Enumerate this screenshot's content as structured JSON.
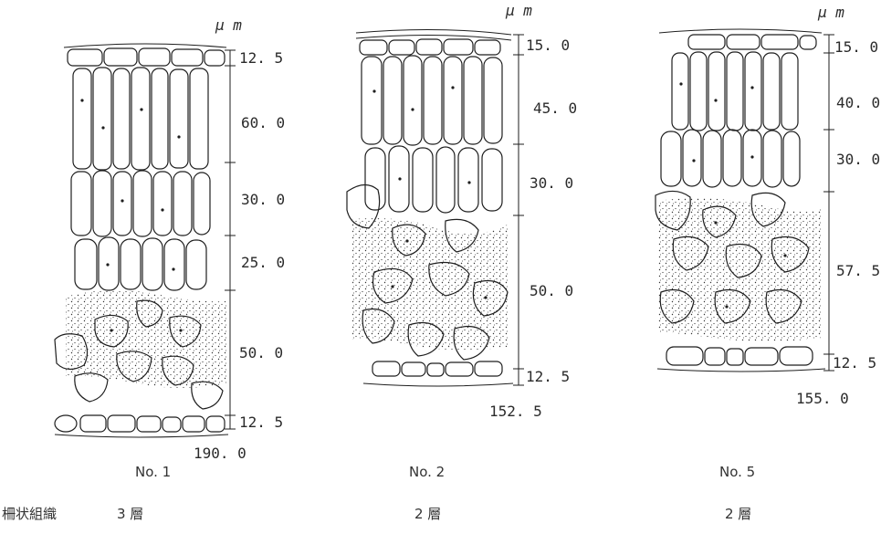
{
  "unit_label": "μ m",
  "samples": [
    {
      "id": "no1",
      "caption": "No. 1",
      "total": "190. 0",
      "layers": [
        "12. 5",
        "60. 0",
        "30. 0",
        "25. 0",
        "50. 0",
        "12. 5"
      ]
    },
    {
      "id": "no2",
      "caption": "No. 2",
      "total": "152. 5",
      "layers": [
        "15. 0",
        "45. 0",
        "30. 0",
        "50. 0",
        "12. 5"
      ]
    },
    {
      "id": "no5",
      "caption": "No. 5",
      "total": "155. 0",
      "layers": [
        "15. 0",
        "40. 0",
        "30. 0",
        "57. 5",
        "12. 5"
      ]
    }
  ],
  "footer": {
    "row_label": "柵状組織",
    "layer_counts": [
      "3 層",
      "2 層",
      "2 層"
    ]
  }
}
